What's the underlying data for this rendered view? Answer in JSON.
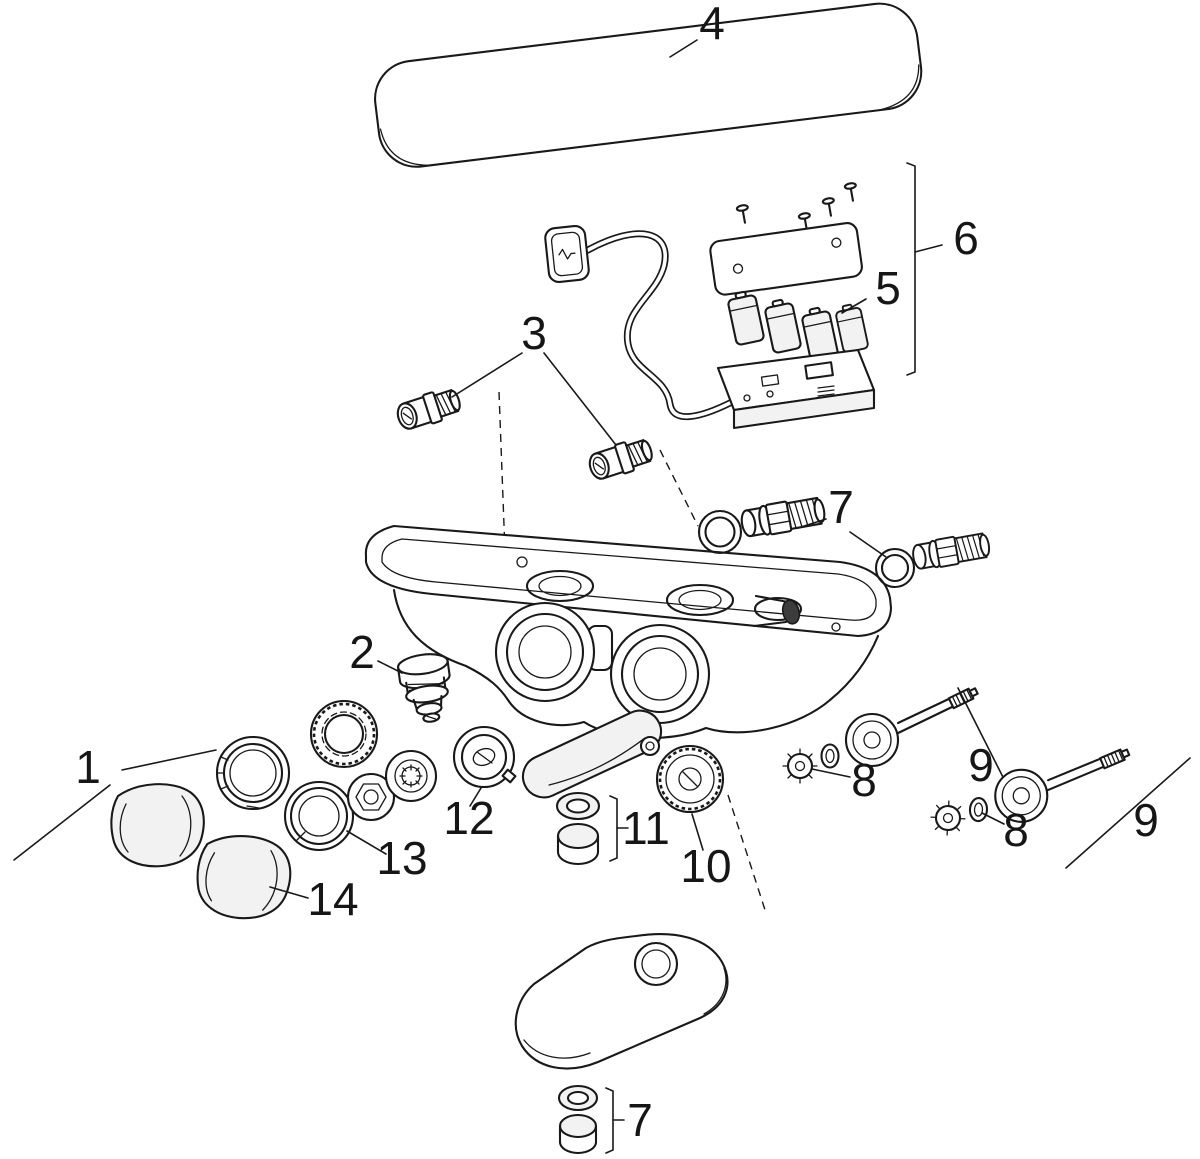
{
  "diagram": {
    "type": "exploded-parts-diagram"
  },
  "colors": {
    "background": "#ffffff",
    "line": "#191919",
    "shade": "#f2f2f2"
  },
  "callouts": [
    {
      "number": "1"
    },
    {
      "number": "2"
    },
    {
      "number": "3"
    },
    {
      "number": "4"
    },
    {
      "number": "5"
    },
    {
      "number": "6"
    },
    {
      "number": "7"
    },
    {
      "number": "7"
    },
    {
      "number": "8"
    },
    {
      "number": "8"
    },
    {
      "number": "9"
    },
    {
      "number": "9"
    },
    {
      "number": "10"
    },
    {
      "number": "11"
    },
    {
      "number": "12"
    },
    {
      "number": "13"
    },
    {
      "number": "14"
    }
  ]
}
